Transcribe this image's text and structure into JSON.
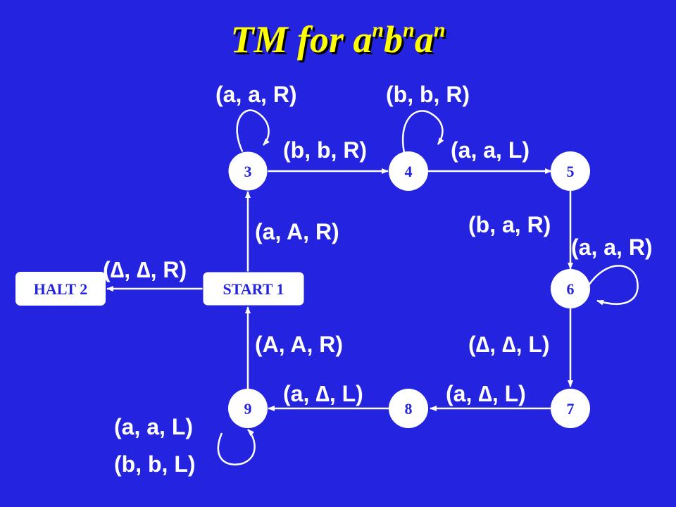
{
  "title": {
    "prefix": "TM for ",
    "letters": [
      "a",
      "b",
      "a"
    ],
    "exponent": "n"
  },
  "states": {
    "s1": "START 1",
    "s2": "HALT 2",
    "s3": "3",
    "s4": "4",
    "s5": "5",
    "s6": "6",
    "s7": "7",
    "s8": "8",
    "s9": "9"
  },
  "transitions": {
    "loop_3": "(a, a, R)",
    "loop_4": "(b, b, R)",
    "t_3_4": "(b, b, R)",
    "t_4_5": "(a, a, L)",
    "t_1_3": "(a, A, R)",
    "t_5_6": "(b, a, R)",
    "loop_6": "(a, a, R)",
    "t_1_2": "(∆, ∆, R)",
    "t_9_1": "(A, A, R)",
    "t_6_7": "(∆, ∆, L)",
    "t_8_9": "(a, ∆, L)",
    "t_7_8": "(a, ∆, L)",
    "loop_9_a": "(a, a, L)",
    "loop_9_b": "(b, b, L)"
  },
  "colors": {
    "background": "#2323e0",
    "title": "#ffff00",
    "node_fill": "#ffffff",
    "node_text": "#2323e0",
    "edge": "#ffffff"
  }
}
